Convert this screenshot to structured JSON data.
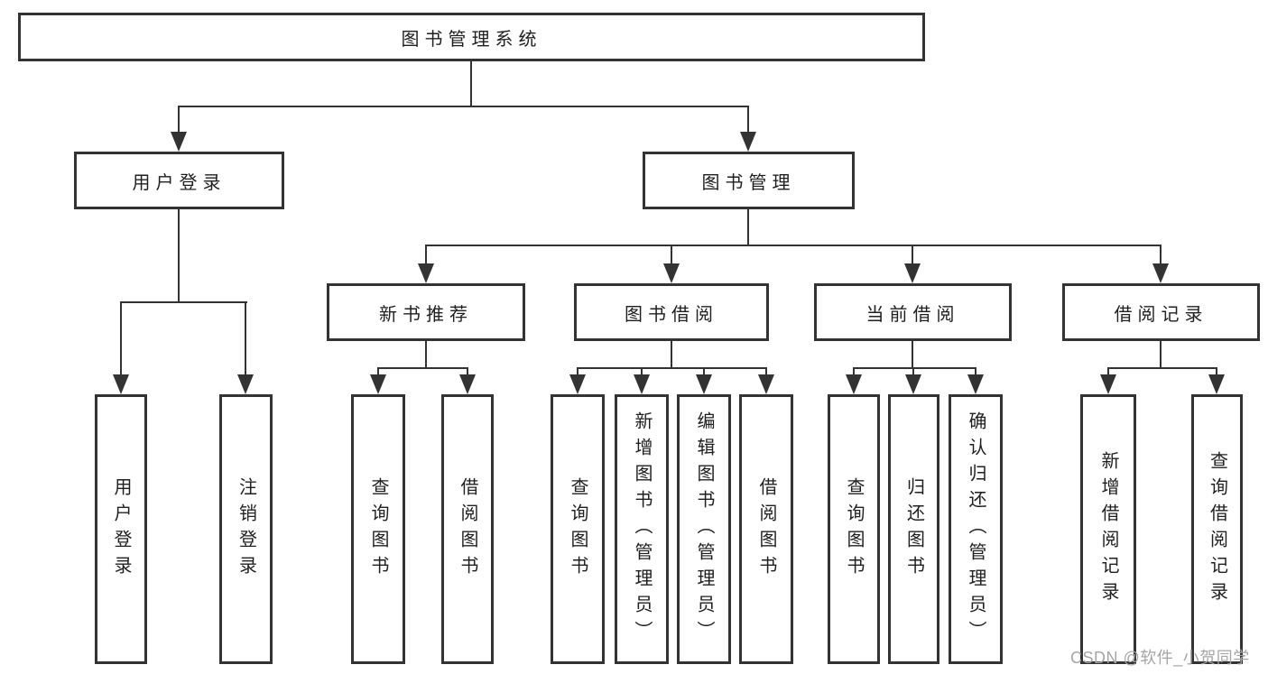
{
  "tree": {
    "label": "图书管理系统",
    "children": [
      {
        "label": "用户登录",
        "children": [
          {
            "label": "用户登录"
          },
          {
            "label": "注销登录"
          }
        ]
      },
      {
        "label": "图书管理",
        "children": [
          {
            "label": "新书推荐",
            "children": [
              {
                "label": "查询图书"
              },
              {
                "label": "借阅图书"
              }
            ]
          },
          {
            "label": "图书借阅",
            "children": [
              {
                "label": "查询图书"
              },
              {
                "label": "新增图书（管理员）"
              },
              {
                "label": "编辑图书（管理员）"
              },
              {
                "label": "借阅图书"
              }
            ]
          },
          {
            "label": "当前借阅",
            "children": [
              {
                "label": "查询图书"
              },
              {
                "label": "归还图书"
              },
              {
                "label": "确认归还（管理员）"
              }
            ]
          },
          {
            "label": "借阅记录",
            "children": [
              {
                "label": "新增借阅记录"
              },
              {
                "label": "查询借阅记录"
              }
            ]
          }
        ]
      }
    ]
  },
  "watermark": {
    "text": "CSDN @软件_小贺同学"
  },
  "colors": {
    "line": "#333333",
    "text": "#1f1f1f",
    "watermark": "#a5a5a5",
    "background": "#ffffff"
  }
}
